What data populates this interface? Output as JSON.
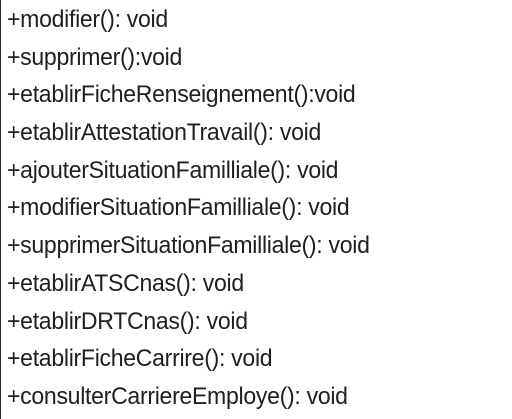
{
  "methods": [
    "+modifier(): void",
    "+supprimer():void",
    "+etablirFicheRenseignement():void",
    "+etablirAttestationTravail(): void",
    "+ajouterSituationFamilliale(): void",
    "+modifierSituationFamilliale(): void",
    "+supprimerSituationFamilliale(): void",
    "+etablirATSCnas(): void",
    "+etablirDRTCnas(): void",
    "+etablirFicheCarrire(): void",
    "+consulterCarriereEmploye(): void"
  ],
  "colors": {
    "text": "#1f1f1f",
    "border": "#2a2a2a",
    "background": "#ffffff"
  }
}
